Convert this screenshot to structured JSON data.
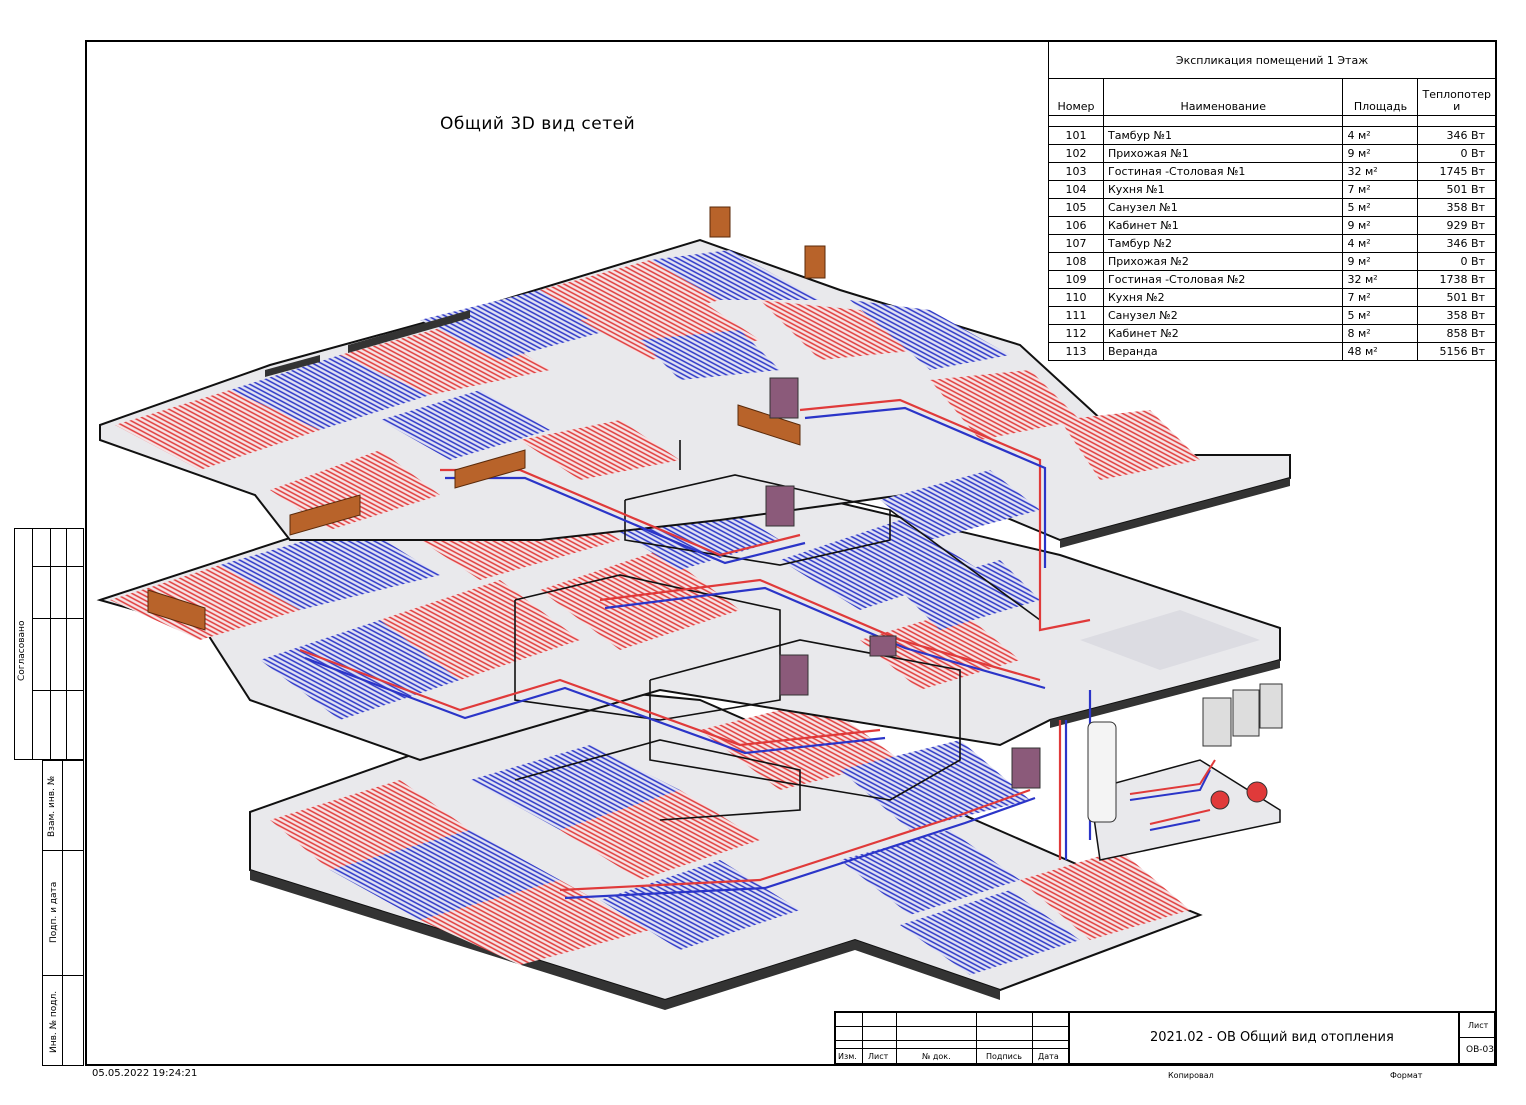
{
  "view_title": "Общий 3D вид сетей",
  "explication": {
    "caption": "Экспликация помещений 1 Этаж",
    "headers": {
      "number": "Номер",
      "name": "Наименование",
      "area": "Площадь",
      "heatloss": "Теплопотер и"
    },
    "rows": [
      {
        "num": "101",
        "name": "Тамбур №1",
        "area": "4 м²",
        "loss": "346 Вт"
      },
      {
        "num": "102",
        "name": "Прихожая №1",
        "area": "9 м²",
        "loss": "0 Вт"
      },
      {
        "num": "103",
        "name": "Гостиная -Столовая №1",
        "area": "32 м²",
        "loss": "1745 Вт"
      },
      {
        "num": "104",
        "name": "Кухня №1",
        "area": "7 м²",
        "loss": "501 Вт"
      },
      {
        "num": "105",
        "name": "Санузел №1",
        "area": "5 м²",
        "loss": "358 Вт"
      },
      {
        "num": "106",
        "name": "Кабинет №1",
        "area": "9 м²",
        "loss": "929 Вт"
      },
      {
        "num": "107",
        "name": "Тамбур №2",
        "area": "4 м²",
        "loss": "346 Вт"
      },
      {
        "num": "108",
        "name": "Прихожая №2",
        "area": "9 м²",
        "loss": "0 Вт"
      },
      {
        "num": "109",
        "name": "Гостиная -Столовая №2",
        "area": "32 м²",
        "loss": "1738 Вт"
      },
      {
        "num": "110",
        "name": "Кухня №2",
        "area": "7 м²",
        "loss": "501 Вт"
      },
      {
        "num": "111",
        "name": "Санузел №2",
        "area": "5 м²",
        "loss": "358 Вт"
      },
      {
        "num": "112",
        "name": "Кабинет №2",
        "area": "8 м²",
        "loss": "858 Вт"
      },
      {
        "num": "113",
        "name": "Веранда",
        "area": "48 м²",
        "loss": "5156 Вт"
      }
    ]
  },
  "side_stamp": {
    "agreed": "Согласовано",
    "ref_no": "Взам. инв. №",
    "sign_date": "Подп. и дата",
    "inv_no": "Инв. № подл."
  },
  "title_block": {
    "title": "2021.02 - ОВ Общий вид отопления",
    "col_change": "Изм.",
    "col_sheet": "Лист",
    "col_doc": "№ док.",
    "col_sign": "Подпись",
    "col_date": "Дата",
    "sheet_label": "Лист",
    "sheet_code": "ОВ-03",
    "copied": "Копировал",
    "format": "Формат"
  },
  "timestamp": "05.05.2022 19:24:21",
  "colors": {
    "supply": "#e03a3a",
    "return": "#2b35c8",
    "floor": "#e8e8ea",
    "slab_edge": "#222222"
  }
}
